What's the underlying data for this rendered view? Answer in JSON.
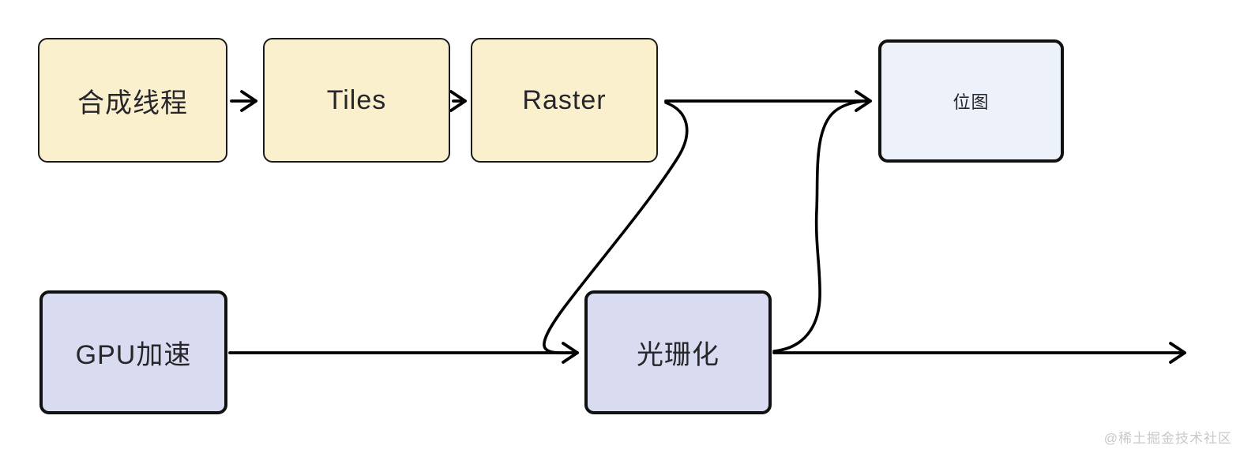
{
  "diagram": {
    "title": "browser-rasterization-flow",
    "background_color": "#ffffff",
    "stroke_color": "#000000",
    "text_color": "#26262b",
    "watermark": "@稀土掘金技术社区",
    "watermark_color": "#c9c9c9",
    "nodes": [
      {
        "id": "compositor",
        "label": "合成线程",
        "fill": "#fbf0cd",
        "border": "#1a1a1a",
        "shape": "rounded-rect"
      },
      {
        "id": "tiles",
        "label": "Tiles",
        "fill": "#fbf0cd",
        "border": "#1a1a1a",
        "shape": "rounded-rect"
      },
      {
        "id": "raster",
        "label": "Raster",
        "fill": "#fbf0cd",
        "border": "#1a1a1a",
        "shape": "rounded-rect"
      },
      {
        "id": "bitmap",
        "label": "位图",
        "fill": "#edf1fa",
        "border": "#111111",
        "shape": "rounded-rect"
      },
      {
        "id": "gpu",
        "label": "GPU加速",
        "fill": "#d9dcf0",
        "border": "#111111",
        "shape": "rounded-rect"
      },
      {
        "id": "rasterize",
        "label": "光珊化",
        "fill": "#d9dcf0",
        "border": "#111111",
        "shape": "rounded-rect"
      }
    ],
    "edges": [
      {
        "from": "合成线程",
        "to": "Tiles",
        "style": "straight-arrow"
      },
      {
        "from": "Tiles",
        "to": "Raster",
        "style": "straight-arrow"
      },
      {
        "from": "Raster",
        "to": "位图",
        "style": "straight-arrow"
      },
      {
        "from": "Raster",
        "to": "光珊化",
        "style": "curved-arrow"
      },
      {
        "from": "GPU加速",
        "to": "光珊化",
        "style": "straight-arrow"
      },
      {
        "from": "光珊化",
        "to": "位图",
        "style": "curved-arrow"
      },
      {
        "from": "光珊化",
        "to": "right-edge",
        "style": "straight-arrow"
      }
    ]
  }
}
